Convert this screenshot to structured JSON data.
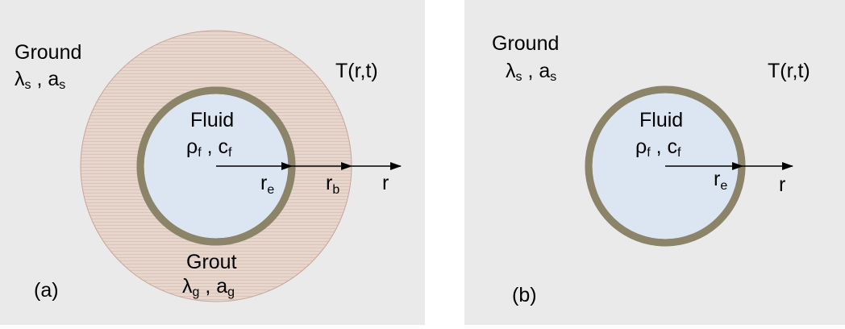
{
  "colors": {
    "panel_bg": "#eaeaea",
    "grout": "#e8d5cc",
    "grout_stripe": "#dcc3b7",
    "pipe_wall": "#8b8468",
    "fluid": "#dce6f2",
    "arrow": "#000000"
  },
  "panel_a": {
    "label": "(a)",
    "ground": {
      "title": "Ground",
      "lambda": "λ",
      "lambda_sub": "s",
      "sep": " , ",
      "a": "a",
      "a_sub": "s"
    },
    "field": "T(r,t)",
    "fluid": {
      "title": "Fluid",
      "rho": "ρ",
      "rho_sub": "f",
      "sep": " , ",
      "c": "c",
      "c_sub": "f"
    },
    "grout": {
      "title": "Grout",
      "lambda": "λ",
      "lambda_sub": "g",
      "sep": " , ",
      "a": "a",
      "a_sub": "g"
    },
    "re": {
      "r": "r",
      "sub": "e"
    },
    "rb": {
      "r": "r",
      "sub": "b"
    },
    "axis": "r"
  },
  "panel_b": {
    "label": "(b)",
    "ground": {
      "title": "Ground",
      "lambda": "λ",
      "lambda_sub": "s",
      "sep": " , ",
      "a": "a",
      "a_sub": "s"
    },
    "field": "T(r,t)",
    "fluid": {
      "title": "Fluid",
      "rho": "ρ",
      "rho_sub": "f",
      "sep": " , ",
      "c": "c",
      "c_sub": "f"
    },
    "re": {
      "r": "r",
      "sub": "e"
    },
    "axis": "r"
  }
}
